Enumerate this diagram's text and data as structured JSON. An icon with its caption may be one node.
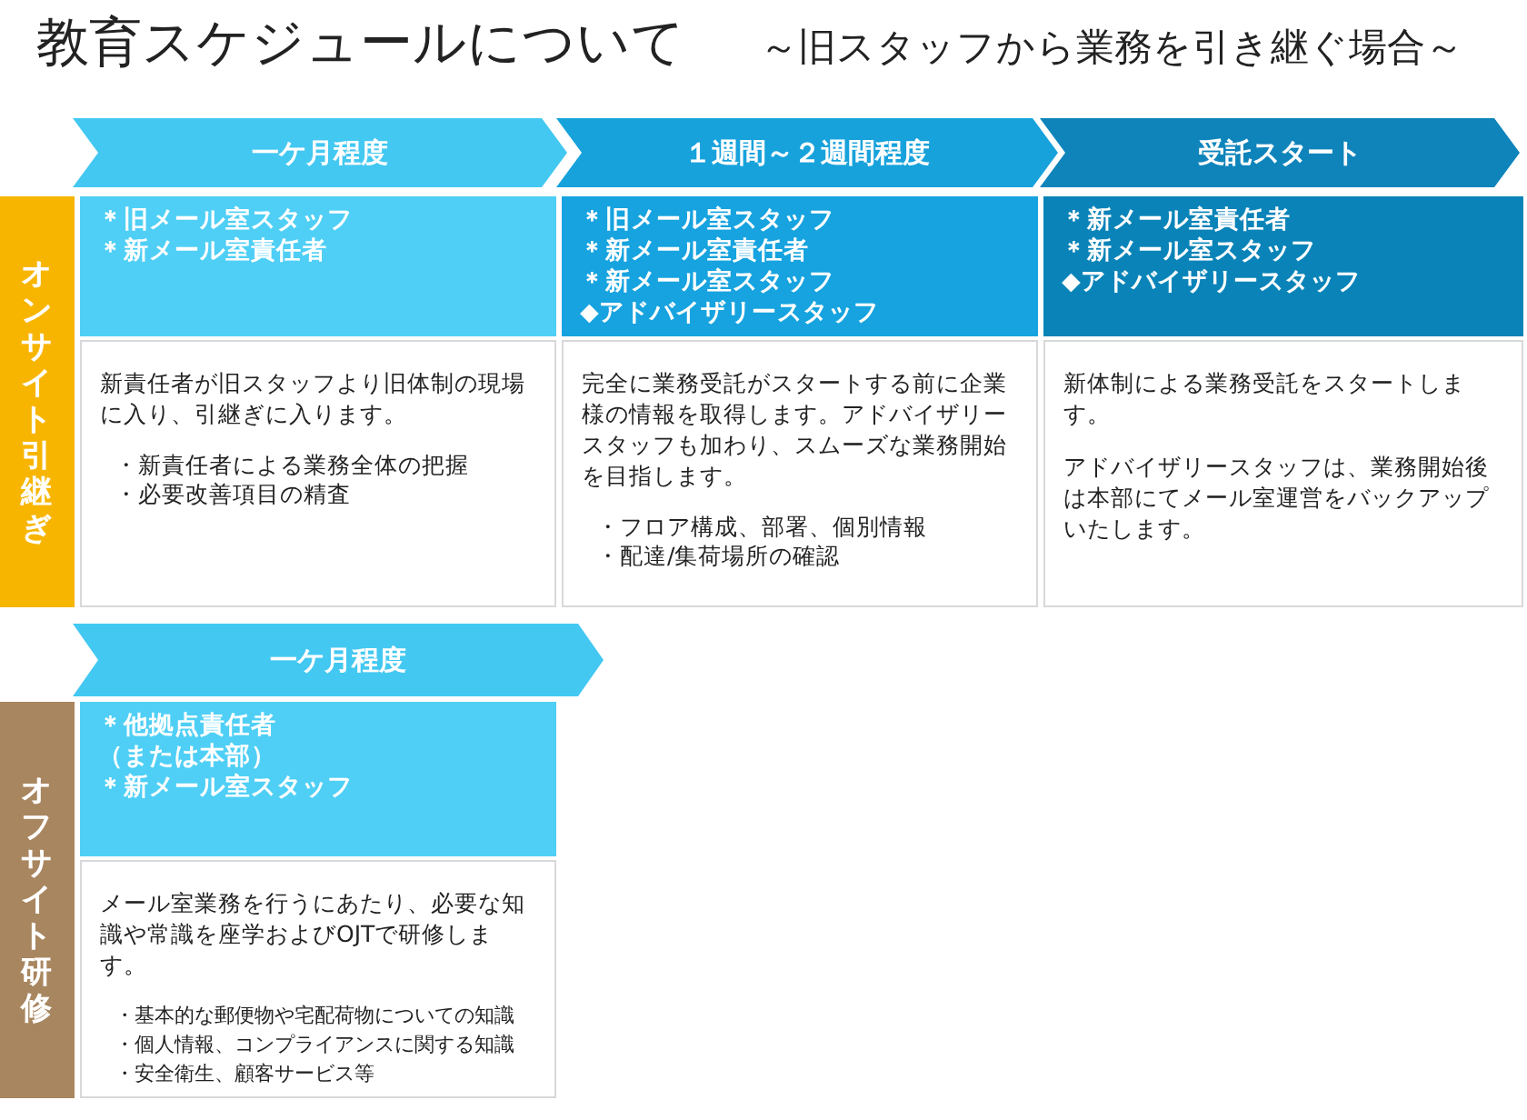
{
  "diagram": {
    "title": "教育スケジュールについて",
    "nodes": [
      {
        "text": [
          "一ケ月程度"
        ]
      },
      {
        "text": [
          "１週間～２週間程度"
        ]
      },
      {
        "text": [
          "受託スタート"
        ]
      },
      {
        "text": [
          "オンサイト引継ぎ"
        ]
      },
      {
        "text": [
          "＊旧メール室スタッフ",
          "＊新メール室責任者"
        ]
      },
      {
        "text": [
          "新責任者が旧スタッフより旧体制の現場に入り、引継ぎに入ります。",
          "・新責任者による業務全体の把握",
          "・必要改善項目の精査"
        ]
      },
      {
        "text": [
          "＊旧メール室スタッフ",
          "＊新メール室責任者",
          "＊新メール室スタッフ",
          "◆アドバイザリースタッフ"
        ]
      },
      {
        "text": [
          "完全に業務受託がスタートする前に企業様の情報を取得します。アドバイザリースタッフも加わり、スムーズな業務開始を目指します。",
          "・フロア構成、部署、個別情報",
          "・配達/集荷場所の確認"
        ]
      },
      {
        "text": [
          "＊新メール室責任者",
          "＊新メール室スタッフ",
          "◆アドバイザリースタッフ"
        ]
      },
      {
        "text": [
          "新体制による業務受託をスタートします。",
          "アドバイザリースタッフは、業務開始後は本部にてメール室運営をバックアップいたします。"
        ]
      },
      {
        "text": [
          "一ケ月程度"
        ]
      },
      {
        "text": [
          "オフサイト研修"
        ]
      },
      {
        "text": [
          "＊他拠点責任者",
          "（または本部）",
          "＊新メール室スタッフ"
        ]
      },
      {
        "text": [
          "メール室業務を行うにあたり、必要な知識や常識を座学およびOJTで研修します。",
          "・基本的な郵便物や宅配荷物についての知識",
          "・個人情報、コンプライアンスに関する知識",
          "・安全衛生、顧客サービス等"
        ]
      }
    ],
    "labels": [
      "～旧スタッフから業務を引き継ぐ場合～"
    ]
  }
}
